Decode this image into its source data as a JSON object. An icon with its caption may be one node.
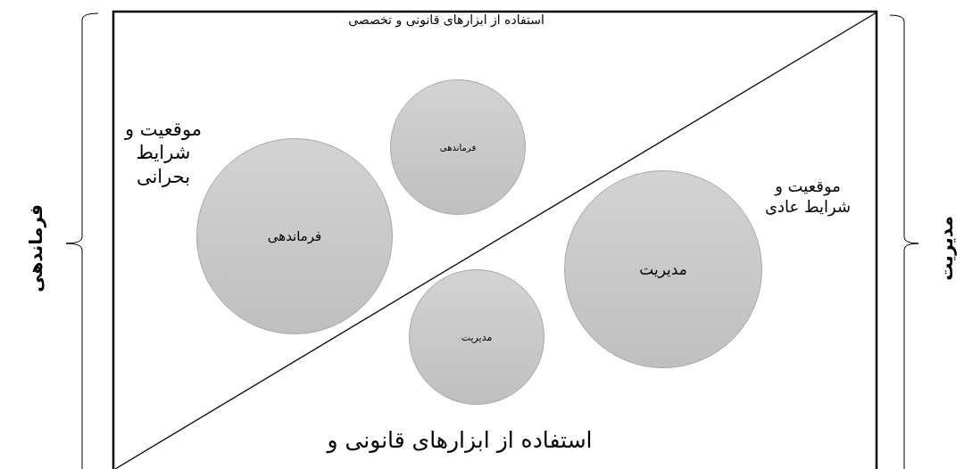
{
  "diagram": {
    "nodes": [
      {
        "text": [
          "فرماندهی"
        ]
      },
      {
        "text": [
          "فرماندهی"
        ]
      },
      {
        "text": [
          "مدیریت"
        ]
      },
      {
        "text": [
          "مدیریت"
        ]
      }
    ],
    "labels": [
      "استفاده از ابزارهای قانونی و تخصصی",
      "موقعیت و شرایط بحرانی",
      "فرماندهی",
      "موقعیت و شرایط عادی",
      "مدیریت",
      "استفاده از ابزارهای قانونی و"
    ]
  }
}
